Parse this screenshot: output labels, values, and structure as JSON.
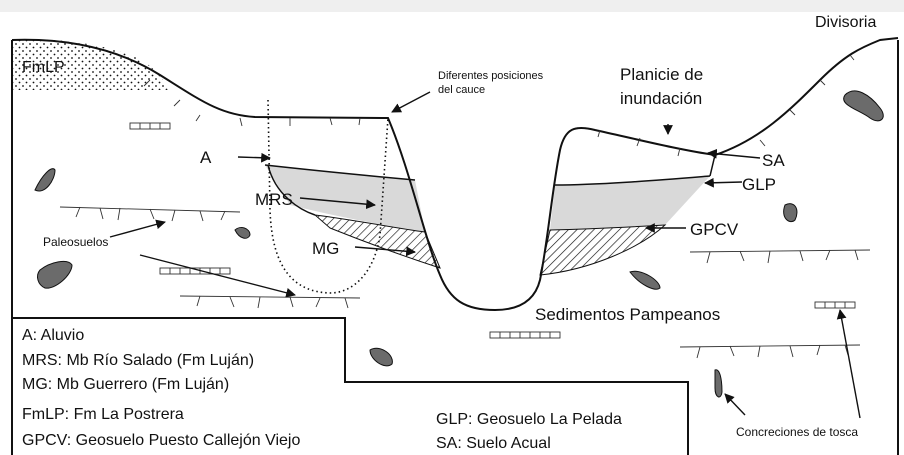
{
  "labels": {
    "divisoria": "Divisoria",
    "fmlp": "FmLP",
    "cauce_line1": "Diferentes posiciones",
    "cauce_line2": "del cauce",
    "planicie_line1": "Planicie de",
    "planicie_line2": "inundación",
    "a": "A",
    "mrs": "MRS",
    "mg": "MG",
    "paleosuelos": "Paleosuelos",
    "sa": "SA",
    "glp": "GLP",
    "gpcv": "GPCV",
    "sedimentos": "Sedimentos Pampeanos",
    "concreciones": "Concreciones de tosca"
  },
  "legend": {
    "items": [
      "A: Aluvio",
      "MRS: Mb Río Salado (Fm Luján)",
      "MG: Mb Guerrero (Fm Luján)",
      "FmLP: Fm La Postrera",
      "GPCV: Geosuelo Puesto Callejón Viejo"
    ],
    "right_items": [
      "GLP: Geosuelo La Pelada",
      "SA: Suelo Acual"
    ]
  },
  "colors": {
    "line": "#111111",
    "fill_light_gray": "#d9d9d9",
    "fill_concretion": "#6b6b6b",
    "background": "#ffffff"
  }
}
